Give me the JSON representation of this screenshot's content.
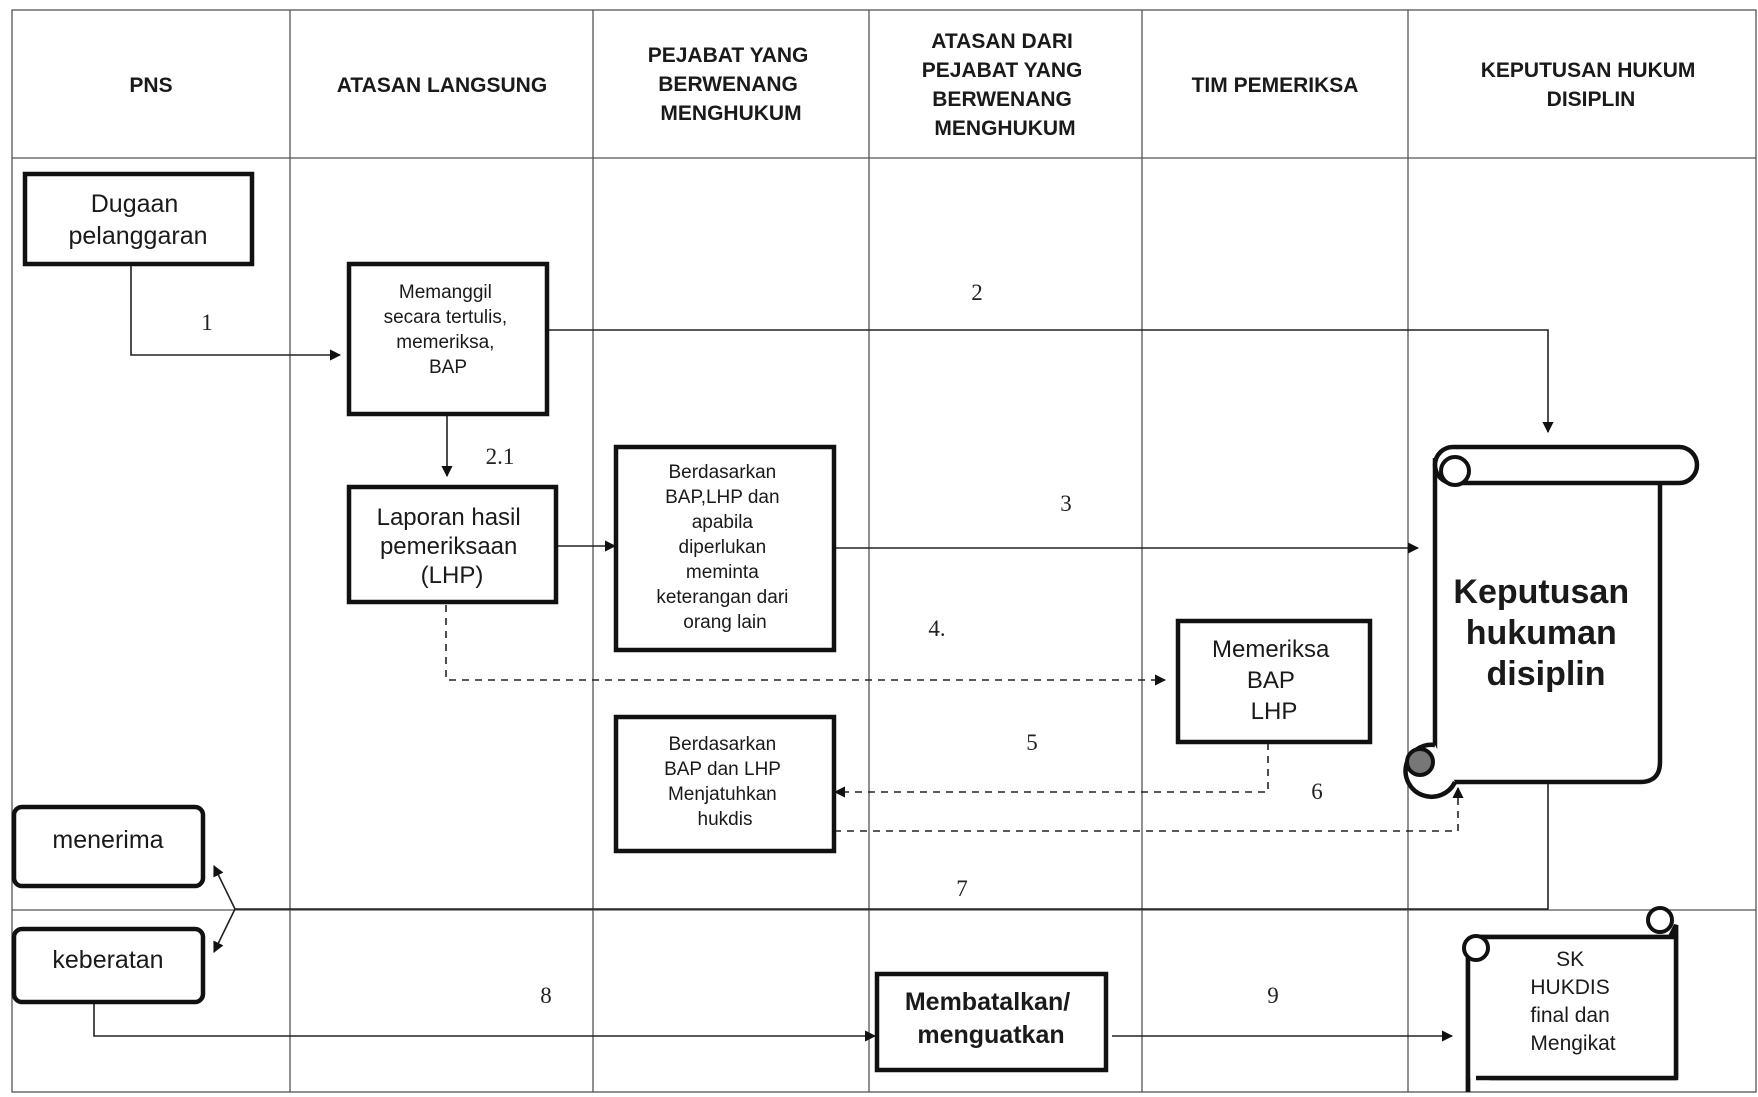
{
  "columns": {
    "pns": [
      "PNS"
    ],
    "atasan_langsung": [
      "ATASAN LANGSUNG"
    ],
    "pejabat": [
      "PEJABAT YANG",
      "BERWENANG",
      "MENGHUKUM"
    ],
    "atasan_pejabat": [
      "ATASAN DARI",
      "PEJABAT YANG",
      "BERWENANG",
      "MENGHUKUM"
    ],
    "tim": [
      "TIM PEMERIKSA"
    ],
    "keputusan": [
      "KEPUTUSAN HUKUM",
      "DISIPLIN"
    ]
  },
  "boxes": {
    "dugaan": [
      "Dugaan",
      "pelanggaran"
    ],
    "memanggil": [
      "Memanggil",
      "secara tertulis,",
      "memeriksa,",
      "BAP"
    ],
    "laporan": [
      "Laporan hasil",
      "pemeriksaan",
      "(LHP)"
    ],
    "berdasarkan1": [
      "Berdasarkan",
      "BAP,LHP dan",
      "apabila",
      "diperlukan",
      "meminta",
      "keterangan dari",
      "orang lain"
    ],
    "memeriksa": [
      "Memeriksa",
      "BAP",
      "LHP"
    ],
    "berdasarkan2": [
      "Berdasarkan",
      "BAP dan LHP",
      "Menjatuhkan",
      "hukdis"
    ],
    "menerima": [
      "menerima"
    ],
    "keberatan": [
      "keberatan"
    ],
    "membatalkan": [
      "Membatalkan/",
      "menguatkan"
    ],
    "keputusan_scroll": [
      "Keputusan",
      "hukuman",
      "disiplin"
    ],
    "sk_scroll": [
      "SK",
      "HUKDIS",
      "final dan",
      "Mengikat"
    ]
  },
  "steps": {
    "s1": "1",
    "s2": "2",
    "s2_1": "2.1",
    "s3": "3",
    "s4": "4.",
    "s5": "5",
    "s6": "6",
    "s7": "7",
    "s8": "8",
    "s9": "9"
  }
}
